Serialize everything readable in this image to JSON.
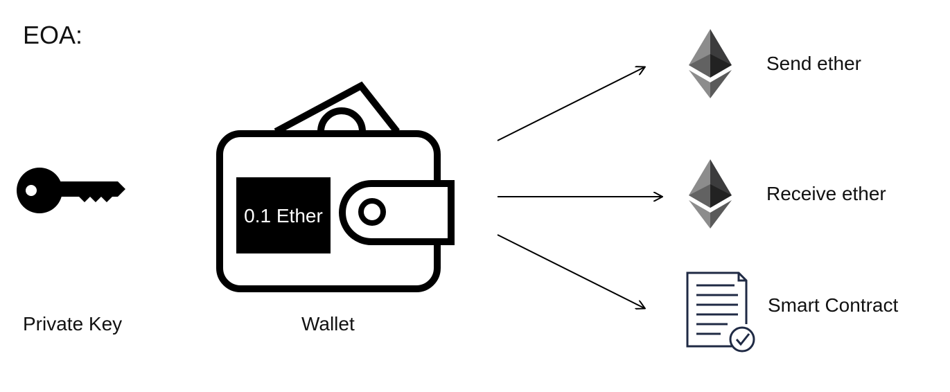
{
  "title": "EOA:",
  "private_key": {
    "label": "Private Key",
    "icon": "key-icon"
  },
  "wallet": {
    "label": "Wallet",
    "balance": "0.1 Ether",
    "icon": "wallet-icon"
  },
  "actions": [
    {
      "label": "Send ether",
      "icon": "ethereum-icon"
    },
    {
      "label": "Receive ether",
      "icon": "ethereum-icon"
    },
    {
      "label": "Smart Contract",
      "icon": "contract-document-icon"
    }
  ],
  "colors": {
    "ink": "#000000",
    "contract_ink": "#1f2a44",
    "eth_dark": "#3c3c3d",
    "eth_mid": "#626262",
    "eth_light": "#8c8c8c"
  }
}
